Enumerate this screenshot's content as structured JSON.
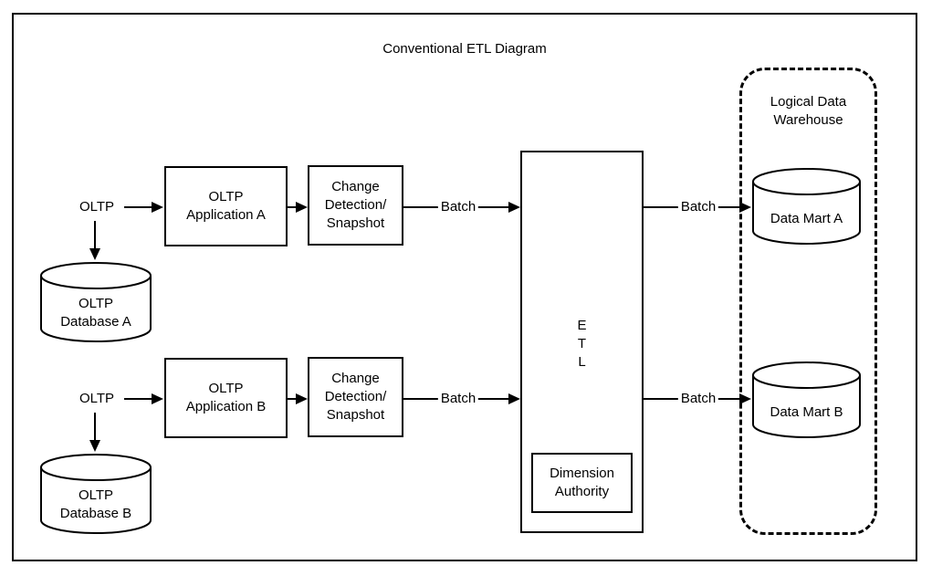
{
  "diagram": {
    "title": "Conventional ETL Diagram",
    "colors": {
      "stroke": "#000000",
      "background": "#ffffff"
    },
    "sources": {
      "oltp_a": "OLTP",
      "oltp_b": "OLTP"
    },
    "databases": {
      "a": [
        "OLTP",
        "Database A"
      ],
      "b": [
        "OLTP",
        "Database B"
      ]
    },
    "apps": {
      "a": [
        "OLTP",
        "Application A"
      ],
      "b": [
        "OLTP",
        "Application B"
      ]
    },
    "change_detection": {
      "a": [
        "Change",
        "Detection/",
        "Snapshot"
      ],
      "b": [
        "Change",
        "Detection/",
        "Snapshot"
      ]
    },
    "etl": {
      "letters": [
        "E",
        "T",
        "L"
      ],
      "dimension_authority": [
        "Dimension",
        "Authority"
      ]
    },
    "warehouse": {
      "label": [
        "Logical Data",
        "Warehouse"
      ],
      "mart_a": "Data Mart A",
      "mart_b": "Data Mart B"
    },
    "edges": {
      "batch_in_a": "Batch",
      "batch_in_b": "Batch",
      "batch_out_a": "Batch",
      "batch_out_b": "Batch"
    }
  }
}
